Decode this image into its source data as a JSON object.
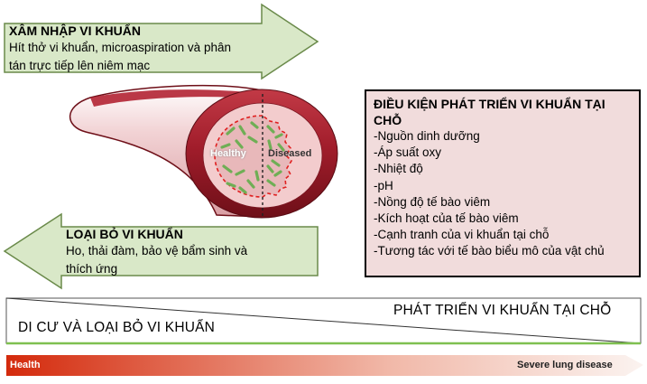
{
  "invasion_arrow": {
    "title": "XÂM NHẬP VI KHUẨN",
    "body_line1": "Hít thở vi khuẩn, microaspiration và phân",
    "body_line2": "tán trực tiếp lên niêm mạc"
  },
  "elimination_arrow": {
    "title": "LOẠI BỎ VI KHUẨN",
    "body_line1": "Ho, thải đàm, bảo vệ bẩm sinh và",
    "body_line2": "thích ứng"
  },
  "airway": {
    "healthy_label": "Healthy",
    "diseased_label": "Diseased"
  },
  "conditions_panel": {
    "title_line1": "ĐIỀU KIỆN PHÁT TRIỂN VI KHUẨN TẠI",
    "title_line2": "CHỖ",
    "items": [
      "-Nguồn dinh dưỡng",
      "-Áp suất oxy",
      "-Nhiệt độ",
      "-pH",
      "-Nồng độ tế bào viêm",
      "-Kích hoạt của tế bào viêm",
      "-Cạnh tranh của vi khuẩn tại chỗ",
      "-Tương tác với tế bào biểu mô của vật chủ"
    ]
  },
  "balance": {
    "growth_label": "PHÁT TRIỂN VI KHUẨN TẠI CHỖ",
    "migration_label": "DI CƯ VÀ LOẠI BỎ VI KHUẨN"
  },
  "severity_bar": {
    "left_label": "Health",
    "right_label": "Severe lung disease"
  },
  "colors": {
    "arrow_fill": "#d9e8c8",
    "arrow_stroke": "#6a8a4a",
    "airway_wall": "#a8202e",
    "lumen_fill": "#f3cccd",
    "bacteria_green": "#6fae55",
    "diseased_border": "#e02020",
    "balance_green": "#7fc050",
    "bar_start": "#d42a0c",
    "bar_end": "#fbf3f0"
  }
}
